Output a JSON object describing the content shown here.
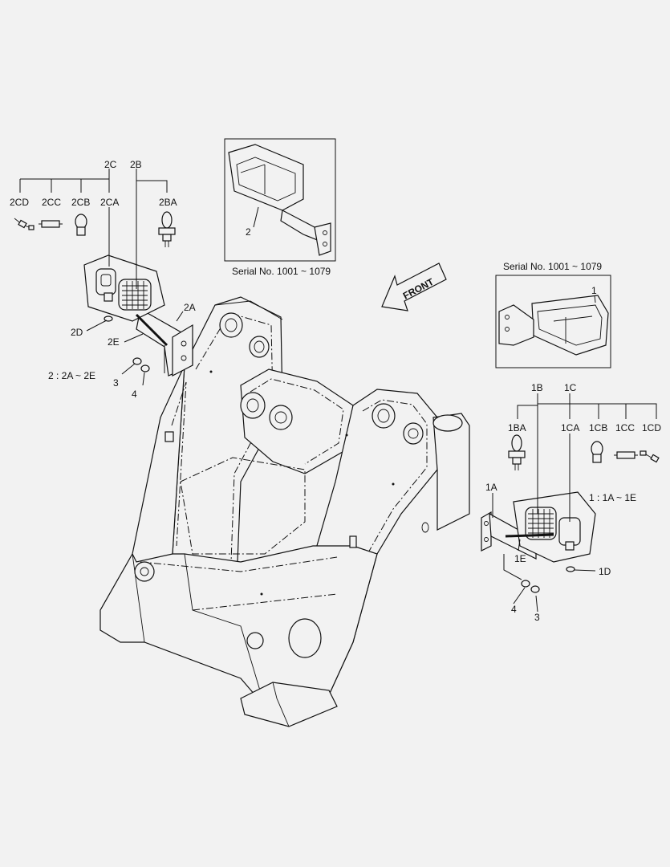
{
  "callouts": {
    "c_2c": "2C",
    "c_2b": "2B",
    "c_2cd": "2CD",
    "c_2cc": "2CC",
    "c_2cb": "2CB",
    "c_2ca": "2CA",
    "c_2ba": "2BA",
    "c_2a": "2A",
    "c_2d": "2D",
    "c_2e": "2E",
    "c_3_left": "3",
    "c_4_left": "4",
    "c_2_inset": "2",
    "c_1_inset": "1",
    "c_1b": "1B",
    "c_1c": "1C",
    "c_1ba": "1BA",
    "c_1ca": "1CA",
    "c_1cb": "1CB",
    "c_1cc": "1CC",
    "c_1cd": "1CD",
    "c_1a": "1A",
    "c_1e": "1E",
    "c_1d": "1D",
    "c_4_right": "4",
    "c_3_right": "3"
  },
  "notes": {
    "left_group": "2 : 2A ~ 2E",
    "right_group": "1 : 1A ~ 1E",
    "serial_top": "Serial No. 1001 ~ 1079",
    "serial_right": "Serial No. 1001 ~ 1079",
    "front_arrow": "FRONT"
  }
}
